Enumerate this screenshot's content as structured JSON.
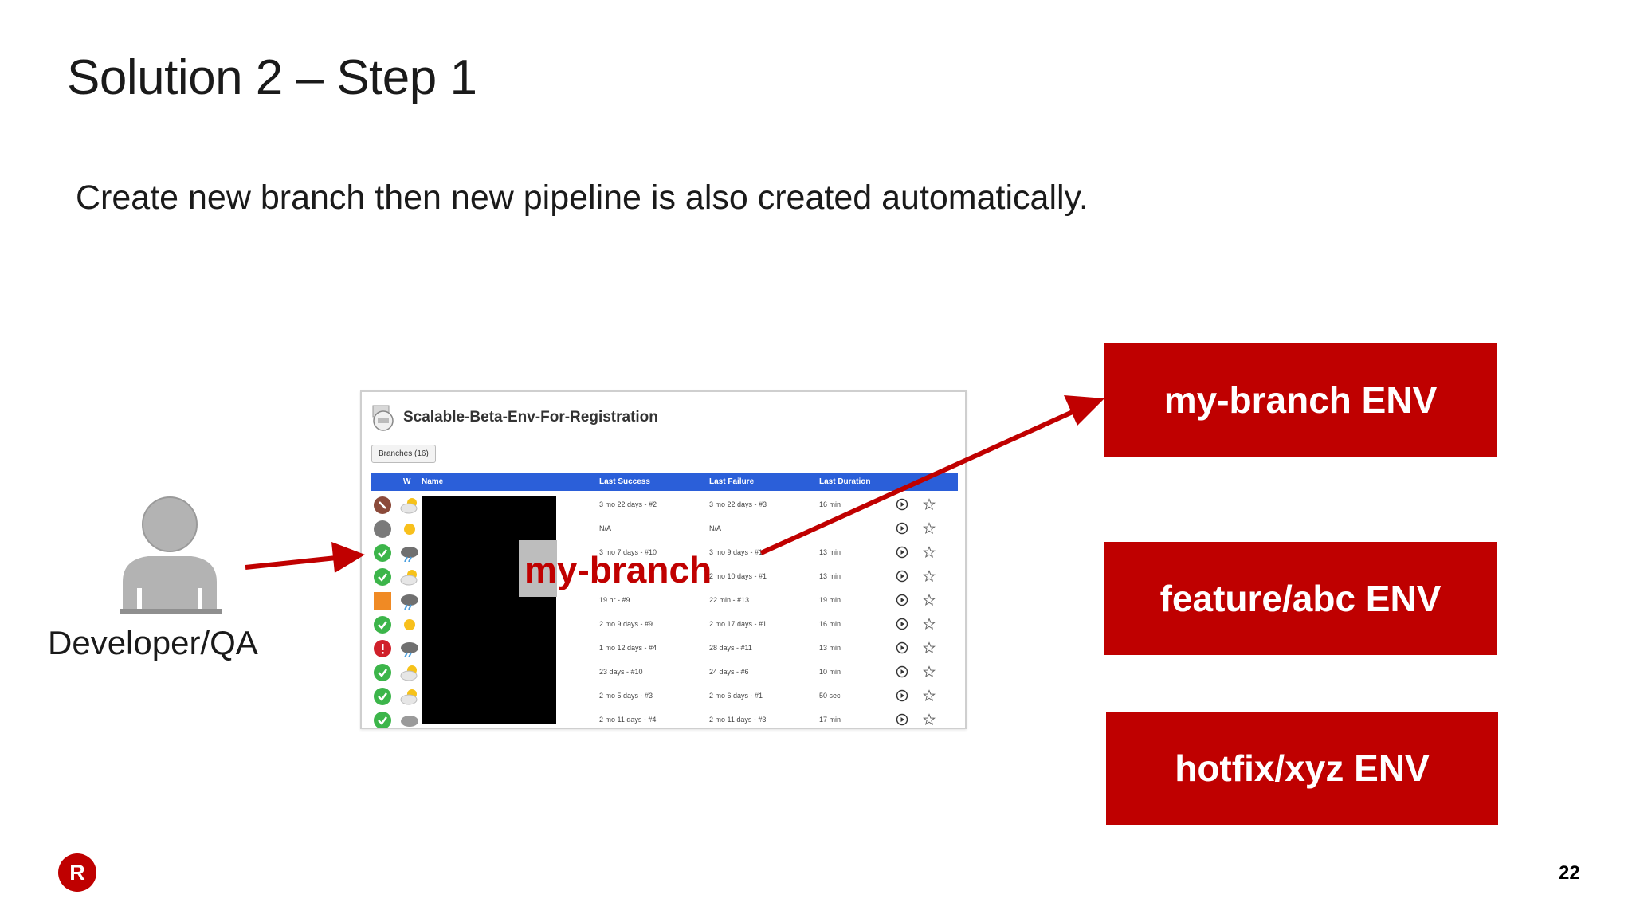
{
  "slide": {
    "title": "Solution 2 – Step 1",
    "subtitle": "Create new branch then new pipeline is also created automatically.",
    "page_number": "22"
  },
  "actor": {
    "label": "Developer/QA",
    "icon": "person-icon"
  },
  "jenkins": {
    "pipeline_title": "Scalable-Beta-Env-For-Registration",
    "branches_button": "Branches (16)",
    "columns": {
      "s": "",
      "w": "W",
      "name": "Name",
      "last_success": "Last Success",
      "last_failure": "Last Failure",
      "last_duration": "Last Duration"
    },
    "rows": [
      {
        "status": "disabled",
        "weather": "partly-cloudy",
        "last_success": "3 mo 22 days - #2",
        "last_failure": "3 mo 22 days - #3",
        "duration": "16 min"
      },
      {
        "status": "not-built",
        "weather": "sunny",
        "last_success": "N/A",
        "last_failure": "N/A",
        "duration": ""
      },
      {
        "status": "success",
        "weather": "storm",
        "last_success": "3 mo 7 days - #10",
        "last_failure": "3 mo 9 days - #1",
        "duration": "13 min"
      },
      {
        "status": "success",
        "weather": "partly-cloudy",
        "last_success": "",
        "last_failure": "2 mo 10 days - #1",
        "duration": "13 min"
      },
      {
        "status": "building",
        "weather": "storm",
        "last_success": "19 hr - #9",
        "last_failure": "22 min - #13",
        "duration": "19 min"
      },
      {
        "status": "success",
        "weather": "sunny",
        "last_success": "2 mo 9 days - #9",
        "last_failure": "2 mo 17 days - #1",
        "duration": "16 min"
      },
      {
        "status": "failure",
        "weather": "storm",
        "last_success": "1 mo 12 days - #4",
        "last_failure": "28 days - #11",
        "duration": "13 min"
      },
      {
        "status": "success",
        "weather": "partly-cloudy",
        "last_success": "23 days - #10",
        "last_failure": "24 days - #6",
        "duration": "10 min"
      },
      {
        "status": "success",
        "weather": "partly-cloudy",
        "last_success": "2 mo 5 days - #3",
        "last_failure": "2 mo 6 days - #1",
        "duration": "50 sec"
      },
      {
        "status": "success",
        "weather": "cloudy",
        "last_success": "2 mo 11 days - #4",
        "last_failure": "2 mo 11 days - #3",
        "duration": "17 min"
      }
    ]
  },
  "highlight_label": "my-branch",
  "environments": [
    {
      "label": "my-branch ENV"
    },
    {
      "label": "feature/abc ENV"
    },
    {
      "label": "hotfix/xyz ENV"
    }
  ],
  "colors": {
    "accent": "#bf0000",
    "arrow": "#c00000",
    "table_header": "#2b5fd9",
    "success": "#3cb54a",
    "failure": "#d0202a",
    "disabled": "#8b4a3a",
    "not_built": "#7a7a7a",
    "building": "#f08a24"
  }
}
